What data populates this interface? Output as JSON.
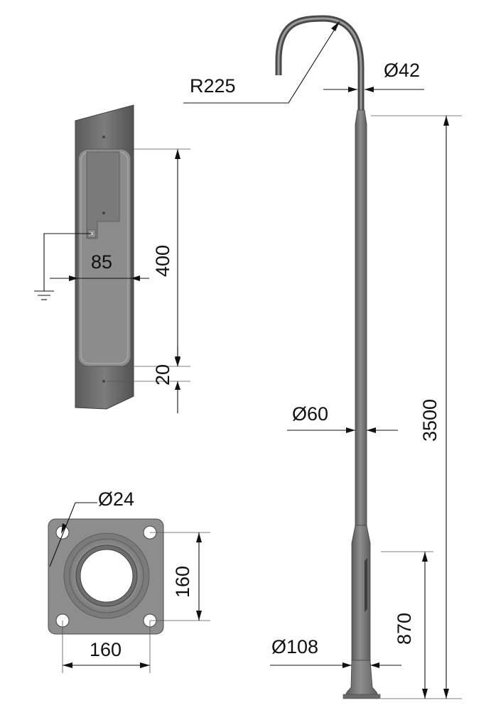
{
  "colors": {
    "metal_dark": "#6b6b6b",
    "metal_mid": "#8a8a8a",
    "metal_light": "#b8b8b8",
    "line": "#111111",
    "background": "#ffffff"
  },
  "dimensions": {
    "bend_radius": "R225",
    "top_diameter": "Ø42",
    "height_total": "3500",
    "mid_diameter": "Ø60",
    "door_height": "400",
    "door_width": "85",
    "door_offset": "20",
    "hole_diameter": "Ø24",
    "base_height": "160",
    "base_width": "160",
    "bottom_height": "870",
    "bottom_diameter": "Ø108"
  },
  "icons": {
    "ground": "ground-symbol-icon"
  }
}
